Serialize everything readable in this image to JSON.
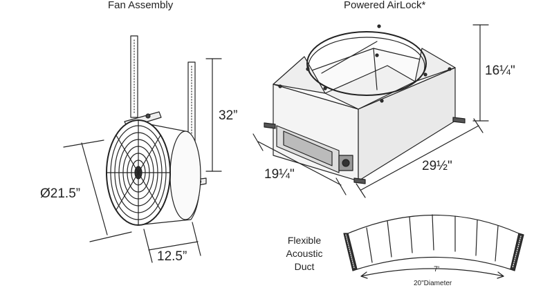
{
  "fan_assembly": {
    "title": "Fan Assembly",
    "height_dim": "32”",
    "diameter_dim": "Ø21.5”",
    "depth_dim": "12.5”"
  },
  "airlock": {
    "title": "Powered AirLock*",
    "height_dim": "16¼\"",
    "width_dim": "19¼\"",
    "length_dim": "29½\""
  },
  "duct": {
    "label_line1": "Flexible",
    "label_line2": "Acoustic",
    "label_line3": "Duct",
    "length_dim": "7'",
    "diameter_dim": "20\"Diameter"
  }
}
